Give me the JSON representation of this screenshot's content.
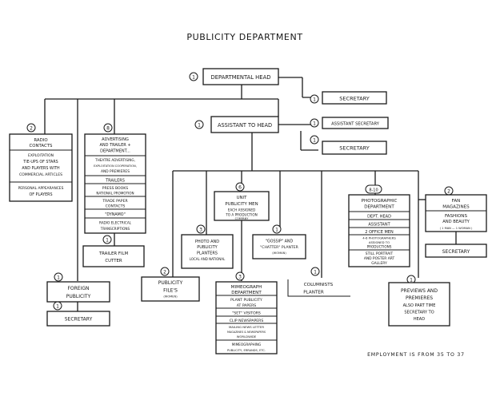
{
  "title": "PUBLICITY DEPARTMENT",
  "footer": "EMPLOYMENT IS FROM 35 TO 37",
  "head": {
    "count": "1",
    "label": "DEPARTMENTAL HEAD"
  },
  "secretary_top": {
    "count": "1",
    "label": "SECRETARY"
  },
  "assistant_to_head": {
    "count": "1",
    "label": "ASSISTANT TO HEAD"
  },
  "assistant_secretary": {
    "count": "1",
    "label": "ASSISTANT SECRETARY"
  },
  "secretary_assistant": {
    "count": "1",
    "label": "SECRETARY"
  },
  "radio": {
    "count": "2",
    "title": [
      "RADIO",
      "CONTACTS"
    ],
    "duties": [
      "EXPLOITATION",
      "TIE-UPS OF STARS",
      "AND PLAYERS WITH",
      "COMMERCIAL ARTICLES"
    ],
    "extra": [
      "PERSONAL APPEARANCES",
      "OF PLAYERS"
    ]
  },
  "advertising": {
    "count": "8",
    "title": [
      "ADVERTISING",
      "AND TRAILER +",
      "DEPARTMENT..."
    ],
    "duties": [
      [
        "THEATRE ADVERTISING,",
        "EXPLOITATION COOPERATION,",
        "AND PREMIERES"
      ],
      [
        "TRAILERS"
      ],
      [
        "PRESS BOOKS",
        "NATIONAL PROMOTION"
      ],
      [
        "TRADE PAPER",
        "CONTACTS"
      ],
      [
        "\"DYNAMO\""
      ],
      [
        "RADIO ELECTRICAL",
        "TRANSCRIPTIONS"
      ]
    ]
  },
  "trailer_cutter": {
    "count": "1",
    "label": [
      "TRAILER FILM",
      "CUTTER"
    ]
  },
  "foreign": {
    "count": "1",
    "label": [
      "FOREIGN",
      "PUBLICITY"
    ]
  },
  "foreign_secretary": {
    "count": "1",
    "label": "SECRETARY"
  },
  "unit": {
    "count": "6",
    "title": [
      "UNIT",
      "PUBLICITY MEN"
    ],
    "sub": [
      "EACH ASSIGNED",
      "TO A PRODUCTION",
      "COMPANY"
    ]
  },
  "photo_planters": {
    "count": "3",
    "label": [
      "PHOTO AND",
      "PUBLICITY",
      "PLANTERS"
    ],
    "sub": "LOCAL AND NATIONAL"
  },
  "gossip": {
    "count": "1",
    "label": [
      "\"GOSSIP\" AND",
      "\"CHATTER\" PLANTER"
    ],
    "sub": "(WOMAN)"
  },
  "publicity_files": {
    "count": "2",
    "label": [
      "PUBLICITY",
      "FILE'S"
    ],
    "sub": "(WOMEN)"
  },
  "mimeograph": {
    "count": "3",
    "title": [
      "MIMEOGRAPH",
      "DEPARTMENT"
    ],
    "duties": [
      [
        "PLANT PUBLICITY",
        "AT PAPERS"
      ],
      [
        "\"SET\" VISITORS"
      ],
      [
        "CLIP NEWSPAPERS"
      ],
      [
        "MAILING NEWS LETTER",
        "MAGAZINES & NEWSPAPERS",
        "WORLDWIDE"
      ],
      [
        "MIMEOGRAPHING",
        "PUBLICITY, ERRANDS, ETC."
      ]
    ]
  },
  "columnists": {
    "count": "1",
    "label": [
      "COLUMNISTS",
      "PLANTER"
    ]
  },
  "photographic": {
    "count": "8-10",
    "title": [
      "PHOTOGRAPHIC",
      "DEPARTMENT"
    ],
    "duties": [
      [
        "DEPT. HEAD"
      ],
      [
        "ASSISTANT"
      ],
      [
        "2 OFFICE MEN"
      ],
      [
        "4-6 PHOTOGRAPHERS",
        "ASSIGNED TO",
        "PRODUCTIONS"
      ],
      [
        "STILL PORTRAIT",
        "AND POSTER ART",
        "GALLERY"
      ]
    ]
  },
  "fan": {
    "count": "2",
    "title": [
      "FAN",
      "MAGAZINES"
    ],
    "sub": [
      "FASHIONS",
      "AND BEAUTY"
    ],
    "note": "( 1 MAN  —  1 WOMAN )"
  },
  "fan_secretary": {
    "label": "SECRETARY"
  },
  "previews": {
    "count": "1",
    "label": [
      "PREVIEWS AND",
      "PREMIERES"
    ],
    "sub": [
      "ALSO PART TIME",
      "SECRETARY TO",
      "HEAD"
    ]
  }
}
